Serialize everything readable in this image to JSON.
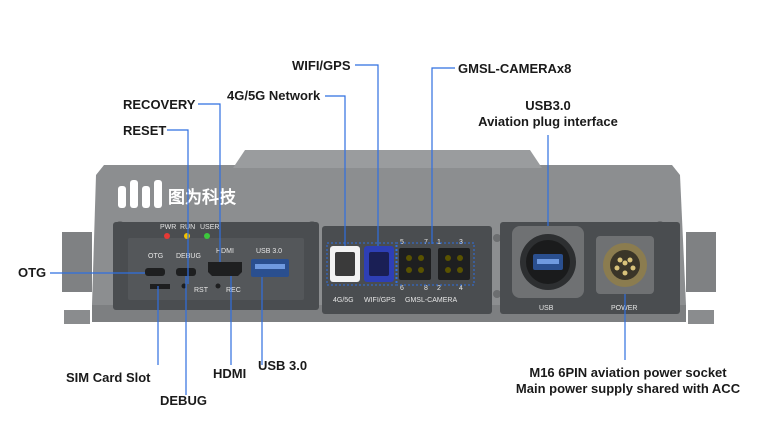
{
  "brand": {
    "name": "图为科技",
    "logo": "brand-logo-icon"
  },
  "callouts": {
    "wifi_gps": "WIFI/GPS",
    "gmsl_camera": "GMSL-CAMERAx8",
    "network": "4G/5G Network",
    "recovery": "RECOVERY",
    "reset": "RESET",
    "usb_line1": "USB3.0",
    "usb_line2": "Aviation plug interface",
    "otg": "OTG",
    "sim": "SIM Card Slot",
    "debug": "DEBUG",
    "hdmi": "HDMI",
    "usb30": "USB 3.0",
    "power_line1": "M16 6PIN aviation power socket",
    "power_line2": "Main power supply shared with ACC"
  },
  "panel_labels": {
    "pwr": "PWR",
    "run": "RUN",
    "user": "USER",
    "otg": "OTG",
    "debug": "DEBUG",
    "hdmi": "HDMI",
    "usb30": "USB 3.0",
    "rst": "RST",
    "rec": "REC",
    "net": "4G/5G",
    "wifigps": "WIFI/GPS",
    "gmsl": "GMSL-CAMERA",
    "cam_top": [
      "5",
      "7",
      "1",
      "3"
    ],
    "cam_bottom": [
      "6",
      "8",
      "2",
      "4"
    ],
    "usb": "USB",
    "power": "POWER"
  },
  "colors": {
    "body": "#8a8c8e",
    "panel": "#45484b",
    "callout_line": "#2f6fe0",
    "led_pwr": "#e53935",
    "led_run": "#f2c200",
    "led_user": "#3cc83c",
    "wifi_connector": "#2e3fb5"
  }
}
